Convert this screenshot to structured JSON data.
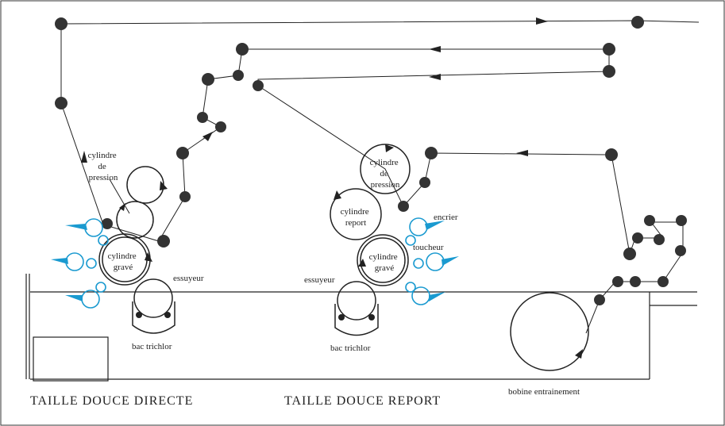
{
  "colors": {
    "ink": "#222222",
    "blue": "#1a9ad0",
    "roller": "#333333"
  },
  "labels": {
    "left_pression": [
      "cylindre",
      "de",
      "pression"
    ],
    "left_grave": [
      "cylindre",
      "gravé"
    ],
    "left_essuyeur": "essuyeur",
    "left_bac": "bac trichlor",
    "right_pression": [
      "cylindre",
      "de",
      "pression"
    ],
    "right_report": [
      "cylindre",
      "report"
    ],
    "right_grave": [
      "cylindre",
      "gravé"
    ],
    "right_essuyeur": "essuyeur",
    "right_bac": "bac trichlor",
    "encrier": "encrier",
    "toucheur": "toucheur",
    "bobine": "bobine entrainement"
  },
  "titles": {
    "left": "TAILLE DOUCE DIRECTE",
    "right": "TAILLE DOUCE REPORT"
  }
}
